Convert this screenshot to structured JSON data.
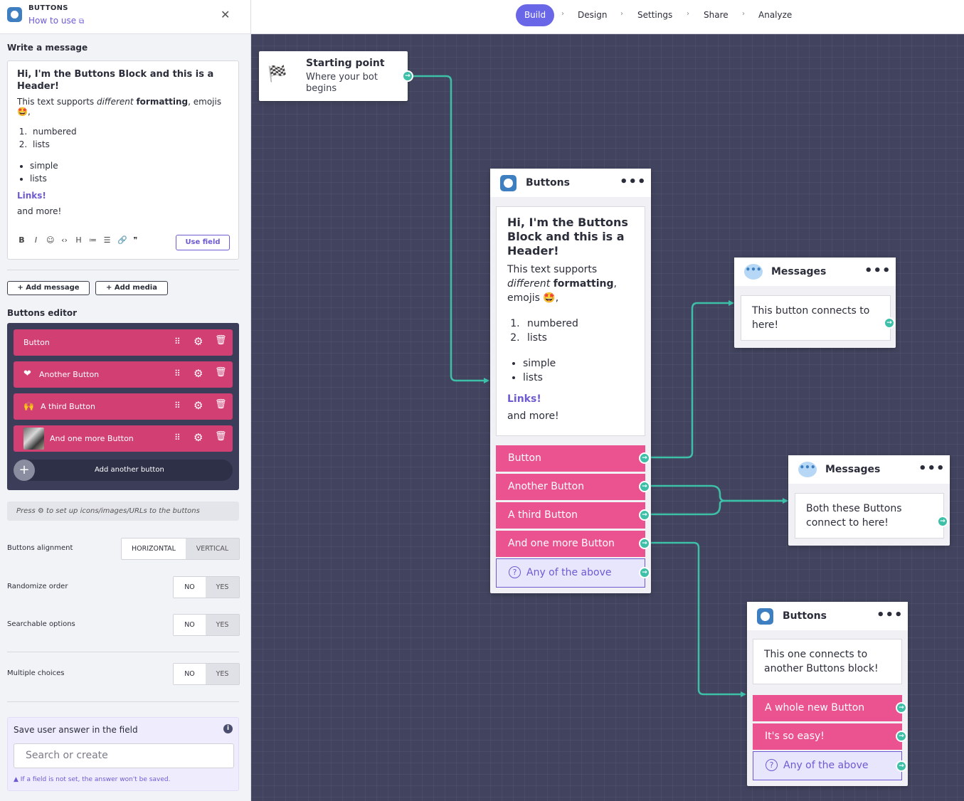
{
  "panel": {
    "title": "BUTTONS",
    "how_to_use": "How to use",
    "close": "✕",
    "write_message_label": "Write a message",
    "message": {
      "header": "Hi, I'm the Buttons Block and this is a Header!",
      "text_prefix": "This text supports ",
      "text_italic": "different",
      "text_bold": "formatting",
      "text_suffix": ", emojis 🤩,",
      "numbered": [
        "numbered",
        "lists"
      ],
      "bullets": [
        "simple",
        "lists"
      ],
      "link": "Links!",
      "more": "and more!"
    },
    "toolbar": [
      "B",
      "I",
      "☺",
      "‹›",
      "H",
      "≔",
      "☰",
      "🔗",
      "❞"
    ],
    "use_field": "Use field",
    "add_message": "+  Add message",
    "add_media": "+  Add media",
    "buttons_editor_label": "Buttons editor",
    "buttons": [
      {
        "label": "Button",
        "icon": ""
      },
      {
        "label": "Another Button",
        "icon": "❤"
      },
      {
        "label": "A third Button",
        "icon": "🙌"
      },
      {
        "label": "And one more Button",
        "icon": "image"
      }
    ],
    "add_another_button": "Add another button",
    "hint": "Press ⚙ to set up icons/images/URLs to the buttons",
    "alignment_label": "Buttons alignment",
    "alignment_options": [
      "HORIZONTAL",
      "VERTICAL"
    ],
    "randomize_label": "Randomize order",
    "searchable_label": "Searchable options",
    "multiple_label": "Multiple choices",
    "no": "NO",
    "yes": "YES",
    "save_label": "Save user answer in the field",
    "search_placeholder": "Search or create",
    "warning": "▲ If a field is not set, the answer won't be saved."
  },
  "nav": {
    "steps": [
      "Build",
      "Design",
      "Settings",
      "Share",
      "Analyze"
    ],
    "separator": "›"
  },
  "canvas": {
    "start": {
      "title": "Starting point",
      "sub": "Where your bot begins",
      "icon": "🏁"
    },
    "buttons_block": {
      "title": "Buttons",
      "header": "Hi, I'm the Buttons Block and this is a Header!",
      "text_prefix": "This text supports ",
      "text_italic": "different",
      "text_bold": "formatting",
      "text_suffix": ", emojis 🤩,",
      "numbered": [
        "numbered",
        "lists"
      ],
      "bullets": [
        "simple",
        "lists"
      ],
      "link": "Links!",
      "more": "and more!",
      "buttons": [
        "Button",
        "Another Button",
        "A third Button",
        "And one more Button"
      ],
      "any": "Any of the above"
    },
    "messages1": {
      "title": "Messages",
      "text": "This button connects to here!"
    },
    "messages2": {
      "title": "Messages",
      "text": "Both these Buttons connect to here!"
    },
    "buttons2": {
      "title": "Buttons",
      "text": "This one connects to another Buttons block!",
      "buttons": [
        "A whole new Button",
        "It's so easy!"
      ],
      "any": "Any of the above"
    },
    "more_dots": "•••",
    "port_arrow": "→"
  },
  "colors": {
    "accent": "#6a66e8",
    "button_pink": "#ea5290",
    "editor_pink": "#d13f73",
    "port_teal": "#3dbfa8",
    "canvas_bg": "#42445f"
  }
}
